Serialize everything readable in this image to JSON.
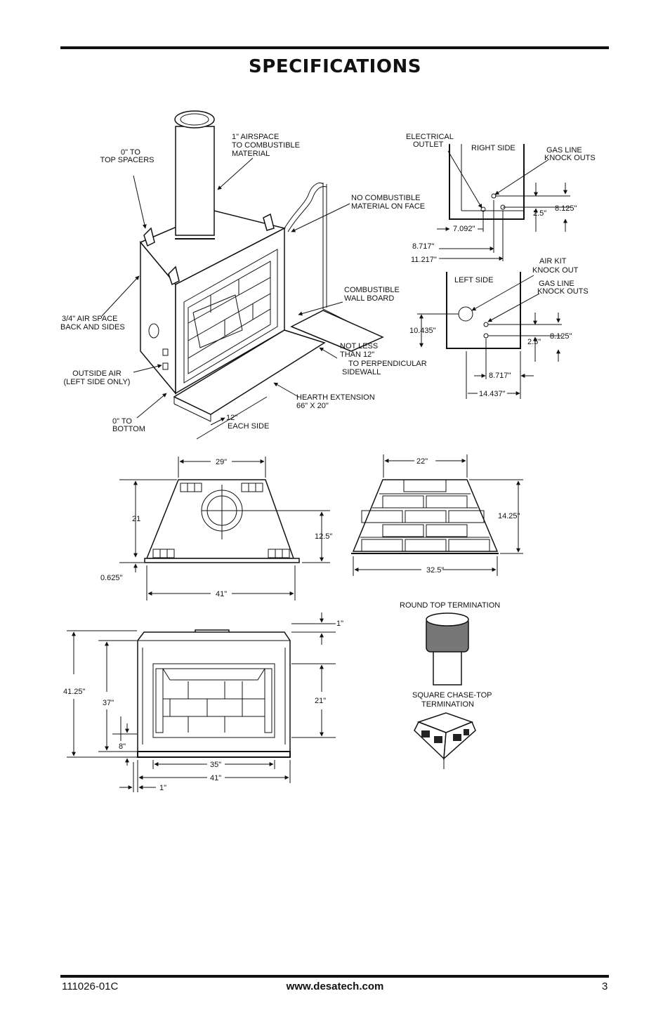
{
  "page": {
    "title": "SPECIFICATIONS",
    "doc_number": "111026-01C",
    "website": "www.desatech.com",
    "page_number": "3"
  },
  "callouts": {
    "top_spacers": [
      "0\" TO",
      "TOP SPACERS"
    ],
    "airspace": [
      "1\" AIRSPACE",
      "TO COMBUSTIBLE",
      "MATERIAL"
    ],
    "no_combustible": [
      "NO COMBUSTIBLE",
      "MATERIAL ON FACE"
    ],
    "air_space_back": [
      "3/4\" AIR SPACE",
      "BACK AND SIDES"
    ],
    "combustible_wall": [
      "COMBUSTIBLE",
      "WALL BOARD"
    ],
    "not_less": [
      "NOT LESS",
      "THAN 12\"",
      "TO PERPENDICULAR",
      "SIDEWALL"
    ],
    "outside_air": [
      "OUTSIDE AIR",
      "(LEFT SIDE ONLY)"
    ],
    "hearth_extension": [
      "HEARTH EXTENSION",
      "66\" X 20\""
    ],
    "each_side": [
      "12\"",
      "EACH SIDE"
    ],
    "bottom": [
      "0\" TO",
      "BOTTOM"
    ]
  },
  "right_side": {
    "title": "RIGHT SIDE",
    "electrical_outlet": [
      "ELECTRICAL",
      "OUTLET"
    ],
    "gas_line": [
      "GAS LINE",
      "KNOCK OUTS"
    ],
    "dim_a": "8.125\"",
    "dim_b": "2.5\"",
    "dim_c": "7.092\"",
    "dim_d": "8.717\"",
    "dim_e": "11.217\""
  },
  "left_side": {
    "title": "LEFT SIDE",
    "air_kit": [
      "AIR KIT",
      "KNOCK OUT"
    ],
    "gas_line": [
      "GAS LINE",
      "KNOCK OUTS"
    ],
    "dim_a": "10.435\"",
    "dim_b": "8.125\"",
    "dim_c": "2.5\"",
    "dim_d": "8.717\"",
    "dim_e": "14.437\""
  },
  "top_view": {
    "width_top": "29\"",
    "depth": "21",
    "center": "12.5\"",
    "base_thickness": "0.625\"",
    "width_bottom": "41\""
  },
  "firebox_view": {
    "width_top": "22\"",
    "height": "14.25\"",
    "width_bottom": "32.5\""
  },
  "front_view": {
    "total_height": "41.25\"",
    "height_37": "37\"",
    "bottom_8": "8\"",
    "top_1": "1\"",
    "opening_height": "21\"",
    "opening_width": "35\"",
    "total_width": "41\"",
    "side_1": "1\""
  },
  "terminations": {
    "round_top": "ROUND TOP TERMINATION",
    "square_top": [
      "SQUARE CHASE-TOP",
      "TERMINATION"
    ]
  }
}
